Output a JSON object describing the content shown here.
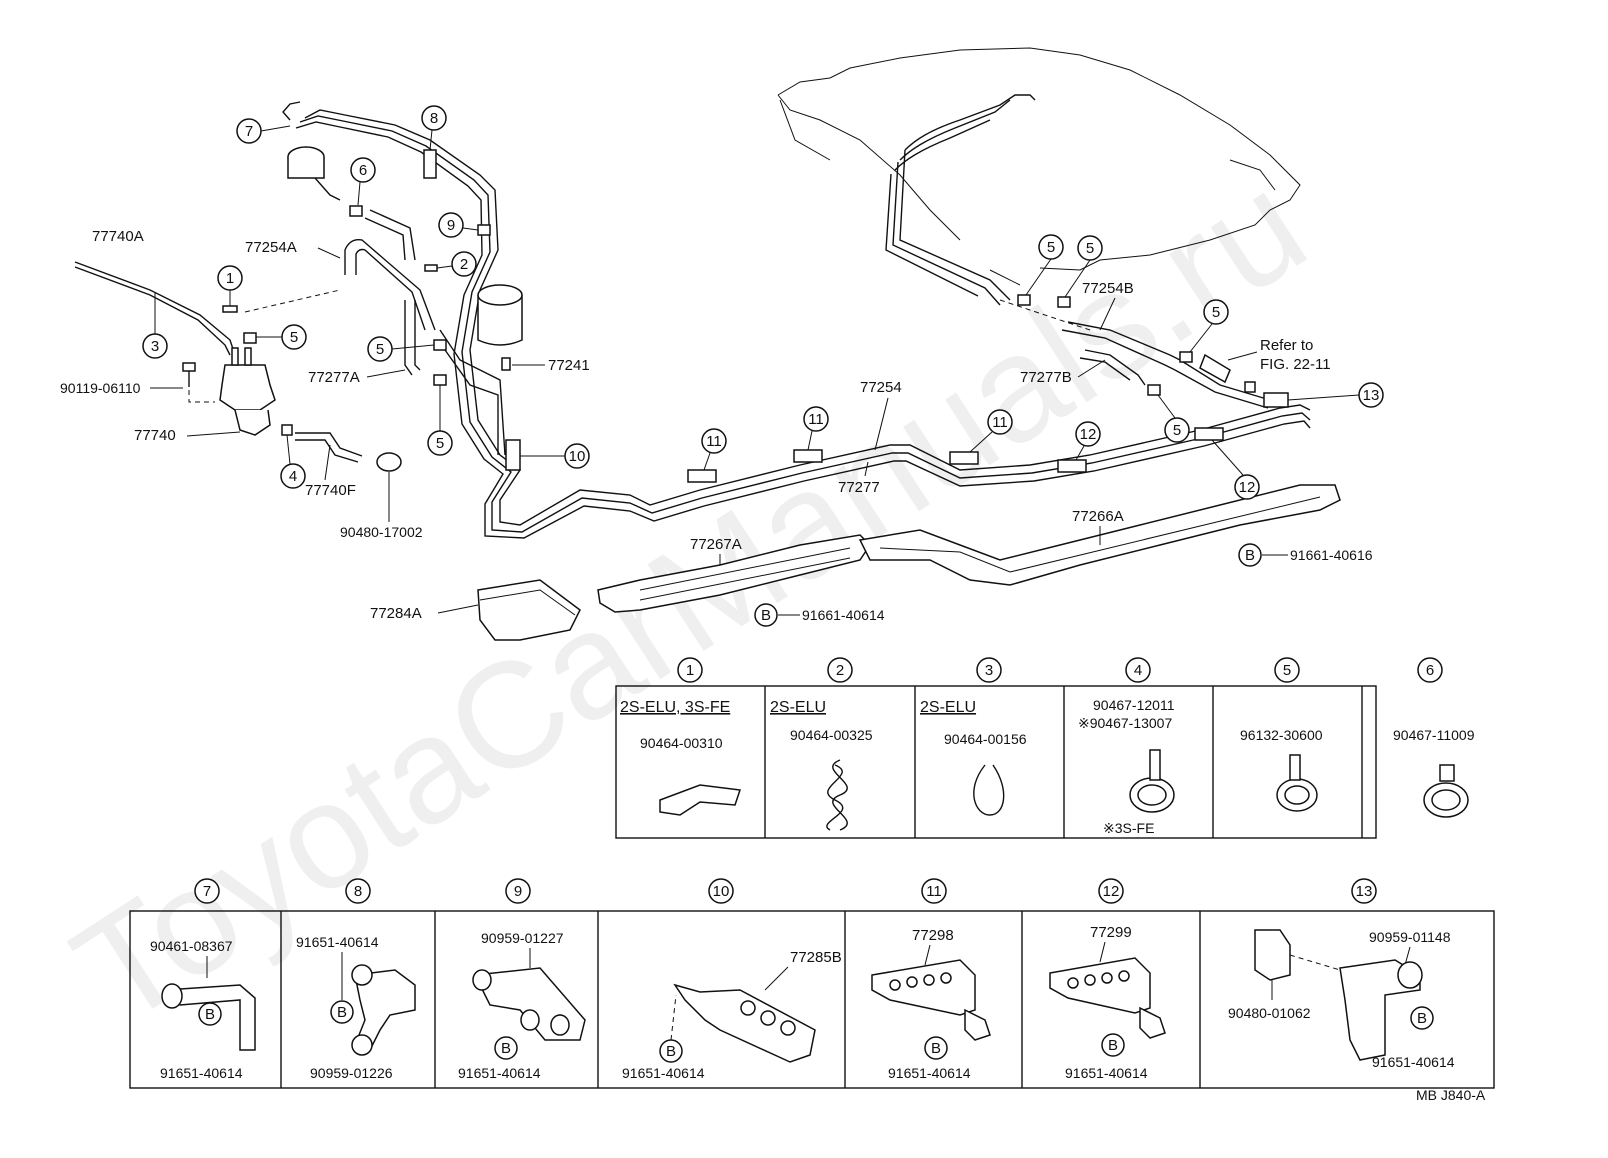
{
  "watermark": "ToyotaCarManuals.ru",
  "figure_code": "MB  J840-A",
  "refer_note": {
    "line1": "Refer to",
    "line2": "FIG. 22-11"
  },
  "part_labels": {
    "p77740A": "77740A",
    "p77254A": "77254A",
    "p90119": "90119-06110",
    "p77740": "77740",
    "p77277A": "77277A",
    "p77740F": "77740F",
    "p90480_17002": "90480-17002",
    "p77241": "77241",
    "p77254": "77254",
    "p77277": "77277",
    "p77254B": "77254B",
    "p77277B": "77277B",
    "p77266A": "77266A",
    "p77267A": "77267A",
    "p77284A": "77284A",
    "p91661_40616": "91661-40616",
    "p91661_40614": "91661-40614"
  },
  "callouts": {
    "n1": "1",
    "n2": "2",
    "n3": "3",
    "n4": "4",
    "n5": "5",
    "n6": "6",
    "n7": "7",
    "n8": "8",
    "n9": "9",
    "n10": "10",
    "n11": "11",
    "n12": "12",
    "n13": "13",
    "b": "B"
  },
  "table_top": [
    {
      "num": "1",
      "header": "2S-ELU, 3S-FE",
      "part": "90464-00310"
    },
    {
      "num": "2",
      "header": "2S-ELU",
      "part": "90464-00325"
    },
    {
      "num": "3",
      "header": "2S-ELU",
      "part": "90464-00156"
    },
    {
      "num": "4",
      "part": "90467-12011",
      "part2": "※90467-13007",
      "note": "※3S-FE"
    },
    {
      "num": "5",
      "part": "96132-30600"
    },
    {
      "num": "6",
      "part": "90467-11009"
    }
  ],
  "table_bottom": [
    {
      "num": "7",
      "top": "90461-08367",
      "bottom": "91651-40614"
    },
    {
      "num": "8",
      "top": "91651-40614",
      "bottom": "90959-01226"
    },
    {
      "num": "9",
      "top": "90959-01227",
      "bottom": "91651-40614"
    },
    {
      "num": "10",
      "top": "77285B",
      "bottom": "91651-40614"
    },
    {
      "num": "11",
      "top": "77298",
      "bottom": "91651-40614"
    },
    {
      "num": "12",
      "top": "77299",
      "bottom": "91651-40614"
    },
    {
      "num": "13",
      "top": "90959-01148",
      "left": "90480-01062",
      "bottom": "91651-40614"
    }
  ]
}
